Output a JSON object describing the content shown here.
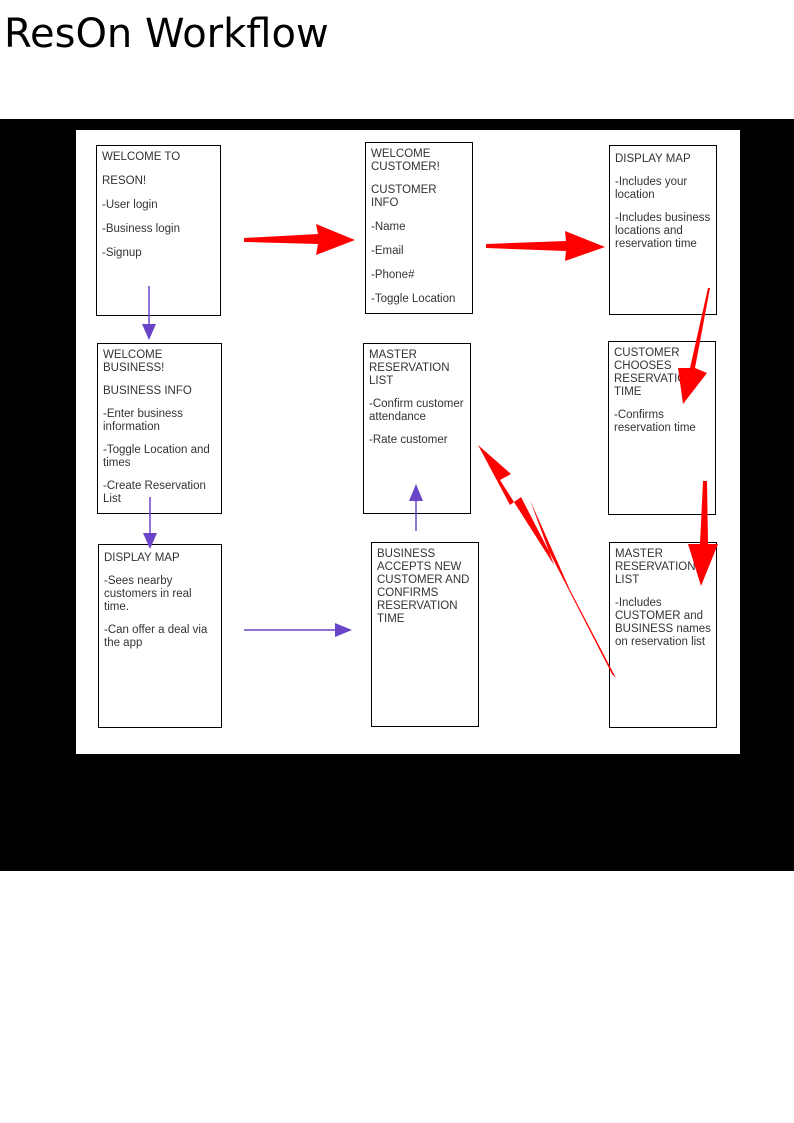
{
  "title": "ResOn Workflow",
  "colors": {
    "red_arrow": "#ff0000",
    "purple_arrow": "#6a44c8",
    "frame": "#000000"
  },
  "boxes": {
    "welcome_reson": {
      "line1": "WELCOME TO",
      "line2": "RESON!",
      "items": [
        "-User login",
        "-Business login",
        "-Signup"
      ]
    },
    "welcome_customer": {
      "line1": "WELCOME CUSTOMER!",
      "line2": "CUSTOMER INFO",
      "items": [
        "-Name",
        "-Email",
        "-Phone#",
        "-Toggle Location"
      ]
    },
    "display_map_customer": {
      "line1": "DISPLAY MAP",
      "items": [
        "-Includes your location",
        "-Includes business locations and reservation time"
      ]
    },
    "welcome_business": {
      "line1": "WELCOME BUSINESS!",
      "line2": "BUSINESS INFO",
      "items": [
        "-Enter business information",
        "-Toggle Location and times",
        "-Create Reservation List"
      ]
    },
    "master_list_business": {
      "line1": "MASTER RESERVATION LIST",
      "items": [
        "-Confirm customer attendance",
        "-Rate customer"
      ]
    },
    "customer_chooses": {
      "line1": "CUSTOMER CHOOSES RESERVATION TIME",
      "items": [
        "-Confirms reservation time"
      ]
    },
    "display_map_business": {
      "line1": "DISPLAY MAP",
      "items": [
        "-Sees nearby customers in real time.",
        "-Can offer a deal via the app"
      ]
    },
    "business_accepts": {
      "line1": "BUSINESS ACCEPTS NEW CUSTOMER AND CONFIRMS RESERVATION TIME"
    },
    "master_list_final": {
      "line1": "MASTER RESERVATION LIST",
      "items": [
        "-Includes CUSTOMER and BUSINESS names on reservation list"
      ]
    }
  }
}
